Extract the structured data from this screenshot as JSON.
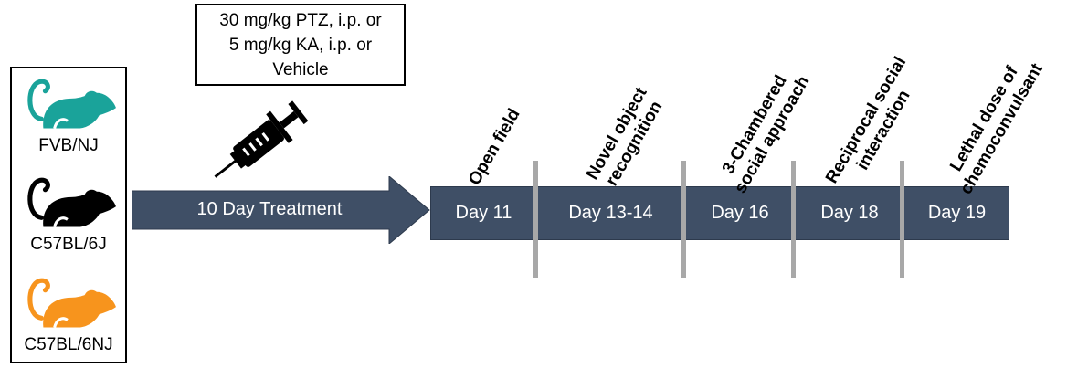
{
  "strains": [
    {
      "label": "FVB/NJ",
      "color": "#1aa39a",
      "icon": "mouse-icon"
    },
    {
      "label": "C57BL/6J",
      "color": "#000000",
      "icon": "mouse-icon"
    },
    {
      "label": "C57BL/6NJ",
      "color": "#f7941d",
      "icon": "mouse-icon"
    }
  ],
  "treatment": {
    "lines": [
      "30 mg/kg PTZ, i.p. or",
      "5 mg/kg KA, i.p. or",
      "Vehicle"
    ],
    "icon": "syringe-icon"
  },
  "arrow": {
    "label": "10 Day Treatment",
    "color": "#3f4f66"
  },
  "timeline": {
    "color": "#3f4f66",
    "days": [
      "Day 11",
      "Day 13-14",
      "Day 16",
      "Day 18",
      "Day 19"
    ]
  },
  "tests": [
    {
      "lines": [
        "Open field"
      ]
    },
    {
      "lines": [
        "Novel object",
        "recognition"
      ]
    },
    {
      "lines": [
        "3-Chambered",
        "social approach"
      ]
    },
    {
      "lines": [
        "Reciprocal social",
        "interaction"
      ]
    },
    {
      "lines": [
        "Lethal dose of",
        "chemoconvulsant"
      ]
    }
  ]
}
